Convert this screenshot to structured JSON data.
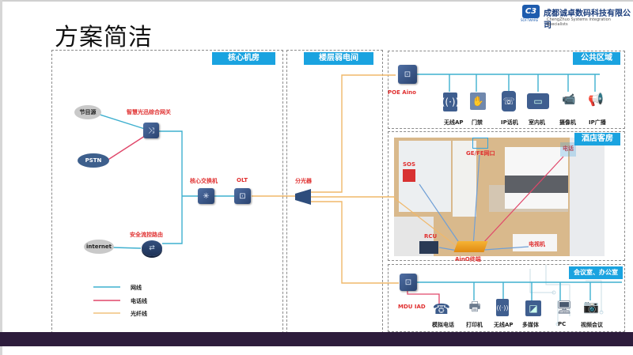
{
  "page": {
    "title": "方案简洁",
    "company_name": "成都诚卓数码科技有限公司",
    "company_tagline": "ChengZhuo Systems Integration Specialists",
    "logo_text": "C3",
    "logo_sub": "SOFTWARE"
  },
  "zones": {
    "core_room": "核心机房",
    "floor_closet": "楼层弱电间",
    "public_area": "公共区域",
    "hotel_room": "酒店客房",
    "meeting_office": "会议室、办公室"
  },
  "core": {
    "program_source": "节目源",
    "pstn": "PSTN",
    "internet": "internet",
    "gateway": "智慧光迅综合网关",
    "core_switch": "核心交换机",
    "olt": "OLT",
    "router": "安全流控路由"
  },
  "floor": {
    "splitter": "分光器"
  },
  "public_area": {
    "device": "POE Aino",
    "endpoints": [
      "无线AP",
      "门禁",
      "IP话机",
      "室内机",
      "摄像机",
      "IP广播"
    ]
  },
  "hotel_room": {
    "ports": "GE/FE网口",
    "sos": "SOS",
    "rcu": "RCU",
    "phone": "电话",
    "tv": "电视机",
    "terminal": "AinO终端"
  },
  "office": {
    "device": "MDU IAD",
    "endpoints": [
      "模拟电话",
      "打印机",
      "无线AP",
      "多媒体",
      "PC",
      "视频会议"
    ]
  },
  "legend": [
    {
      "label": "网线",
      "color": "#3fb0cf"
    },
    {
      "label": "电话线",
      "color": "#e0476a"
    },
    {
      "label": "光纤线",
      "color": "#f1c27d"
    }
  ],
  "colors": {
    "network": "#3fb0cf",
    "phone": "#e0476a",
    "fiber": "#f0b86a",
    "zone_tag": "#1aa3e0",
    "label_red": "#e03030",
    "bottom_bar": "#2d1c3c"
  }
}
